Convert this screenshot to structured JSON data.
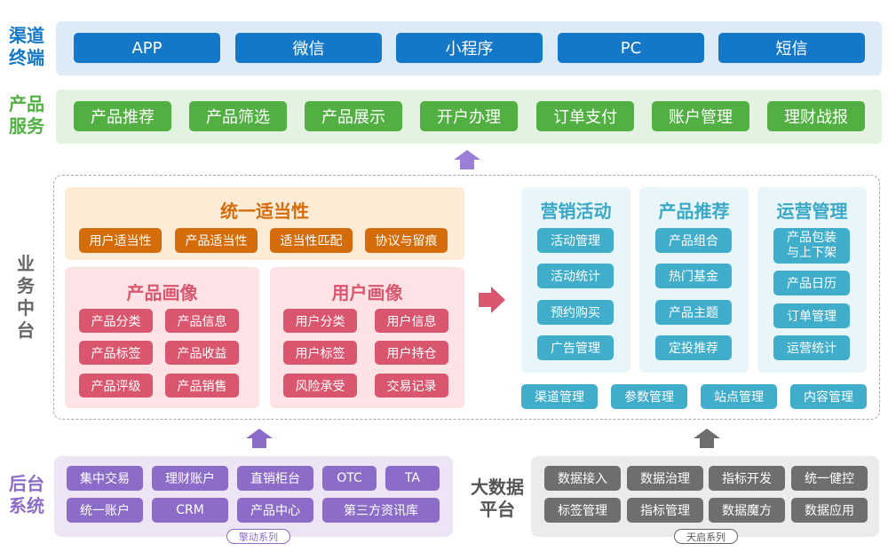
{
  "layers": {
    "channel": {
      "label": "渠道\n终端",
      "label_lines": [
        "渠道",
        "终端"
      ],
      "color": "#1478c8",
      "items": [
        "APP",
        "微信",
        "小程序",
        "PC",
        "短信"
      ]
    },
    "product_service": {
      "label_lines": [
        "产品",
        "服务"
      ],
      "color": "#52b043",
      "items": [
        "产品推荐",
        "产品筛选",
        "产品展示",
        "开户办理",
        "订单支付",
        "账户管理",
        "理财战报"
      ]
    },
    "business_middle": {
      "label_lines": [
        "业",
        "务",
        "中",
        "台"
      ],
      "suitability": {
        "title": "统一适当性",
        "items": [
          "用户适当性",
          "产品适当性",
          "适当性匹配",
          "协议与留痕"
        ]
      },
      "product_portrait": {
        "title": "产品画像",
        "items": [
          "产品分类",
          "产品信息",
          "产品标签",
          "产品收益",
          "产品评级",
          "产品销售"
        ]
      },
      "user_portrait": {
        "title": "用户画像",
        "items": [
          "用户分类",
          "用户信息",
          "用户标签",
          "用户持仓",
          "风险承受",
          "交易记录"
        ]
      },
      "marketing": {
        "title": "营销活动",
        "items": [
          "活动管理",
          "活动统计",
          "预约购买",
          "广告管理"
        ]
      },
      "recommendation": {
        "title": "产品推荐",
        "items": [
          "产品组合",
          "热门基金",
          "产品主题",
          "定投推荐"
        ]
      },
      "operations": {
        "title": "运营管理",
        "items": [
          "产品包装\n与上下架",
          "产品日历",
          "订单管理",
          "运营统计"
        ],
        "first_item_lines": [
          "产品包装",
          "与上下架"
        ]
      },
      "bottom_items": [
        "渠道管理",
        "参数管理",
        "站点管理",
        "内容管理"
      ]
    },
    "backend": {
      "label_lines": [
        "后台",
        "系统"
      ],
      "color": "#8c6cc9",
      "row1": [
        "集中交易",
        "理财账户",
        "直销柜台",
        "OTC",
        "TA"
      ],
      "row2": [
        "统一账户",
        "CRM",
        "产品中心",
        "第三方资讯库"
      ],
      "series": "擎动系列"
    },
    "bigdata": {
      "label_lines": [
        "大数据",
        "平台"
      ],
      "color": "#6e6e6e",
      "row1": [
        "数据接入",
        "数据治理",
        "指标开发",
        "统一健控"
      ],
      "row2": [
        "标签管理",
        "指标管理",
        "数据魔方",
        "数据应用"
      ],
      "series": "天启系列"
    }
  },
  "colors": {
    "channel_bg": "#dcebf5",
    "service_bg": "#e3f2e1",
    "orange": "#d46c0c",
    "pink": "#d9566e",
    "teal": "#40aecb",
    "purple_arrow": "#8c6cc9",
    "gray_arrow": "#6e6e6e"
  }
}
